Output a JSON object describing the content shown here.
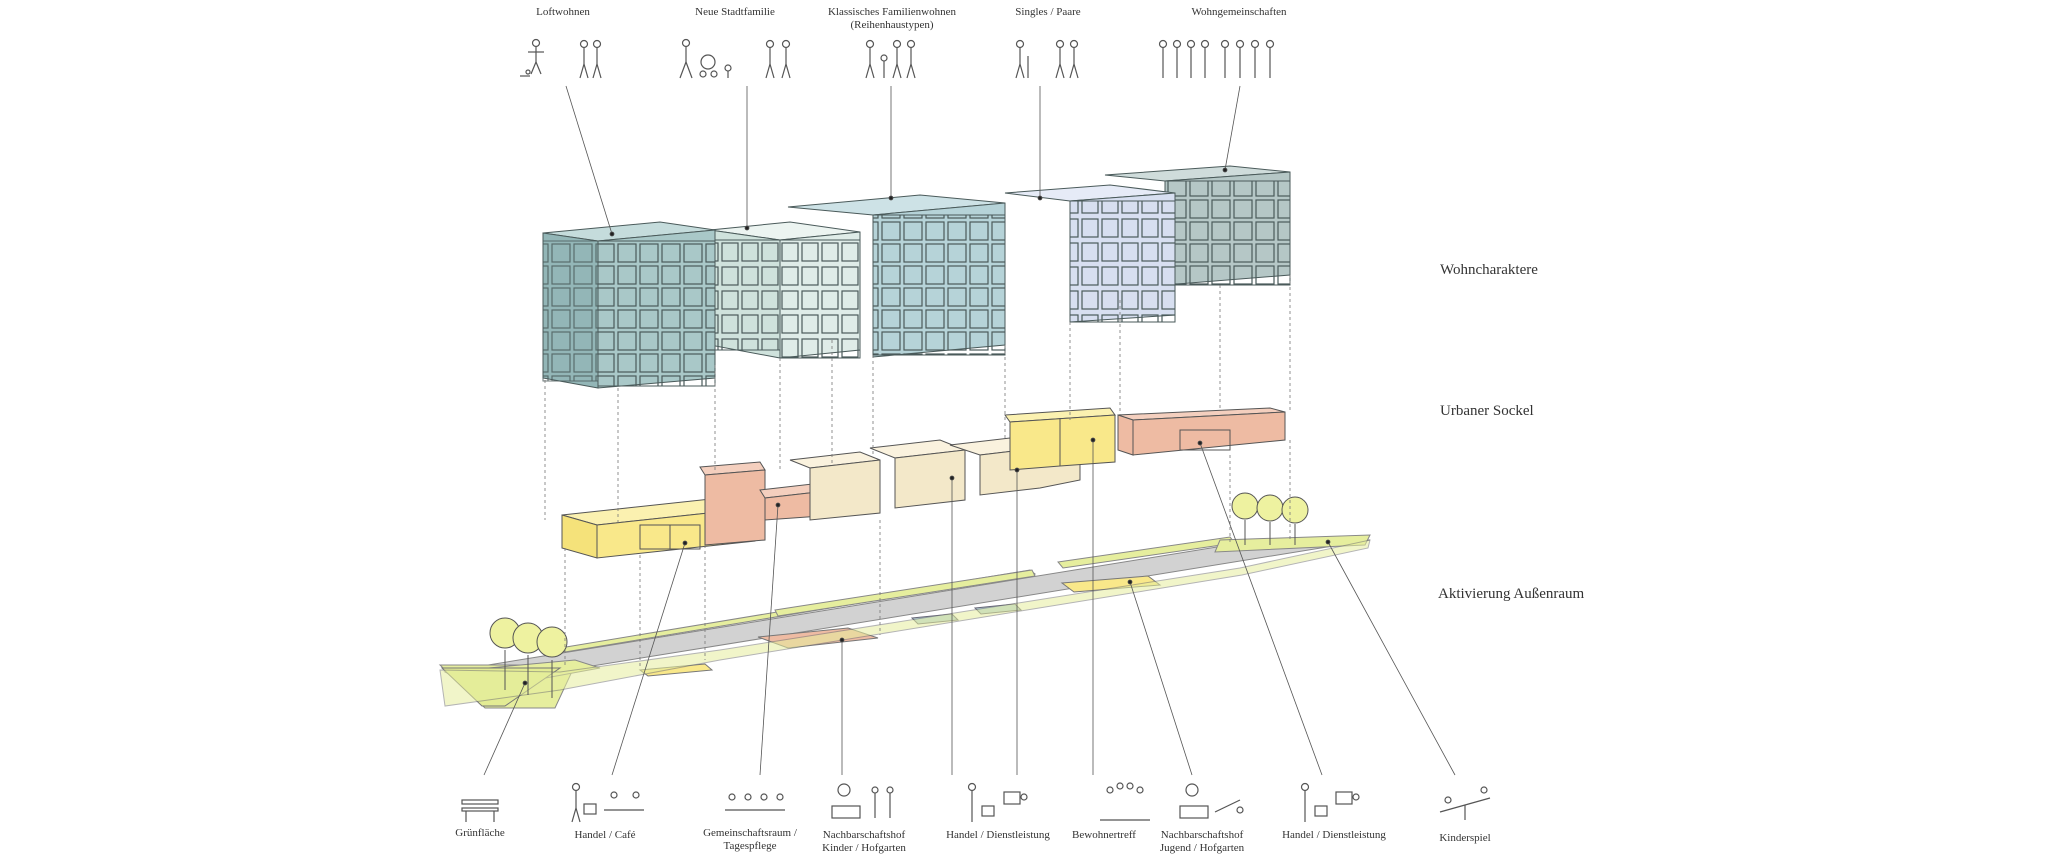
{
  "top_labels": [
    {
      "text": "Loftwohnen"
    },
    {
      "text": "Neue Stadtfamilie"
    },
    {
      "text": "Klassisches Familienwohnen",
      "sub": "(Reihenhaustypen)"
    },
    {
      "text": "Singles / Paare"
    },
    {
      "text": "Wohngemeinschaften"
    }
  ],
  "layer_labels": {
    "wohn": "Wohncharaktere",
    "sockel": "Urbaner Sockel",
    "aussen": "Aktivierung Außenraum"
  },
  "bottom_labels": [
    {
      "text": "Grünfläche"
    },
    {
      "text": "Handel / Café"
    },
    {
      "text": "Gemeinschaftsraum /",
      "sub": "Tagespflege"
    },
    {
      "text": "Nachbarschaftshof",
      "sub": "Kinder / Hofgarten"
    },
    {
      "text": "Handel / Dienstleistung"
    },
    {
      "text": "Bewohnertreff"
    },
    {
      "text": "Nachbarschaftshof",
      "sub": "Jugend / Hofgarten"
    },
    {
      "text": "Handel / Dienstleistung"
    },
    {
      "text": "Kinderspiel"
    }
  ],
  "colors": {
    "teal": "#a9c8c8",
    "teal_dark": "#7fa9ab",
    "mint": "#dfece8",
    "blue": "#b6d3d8",
    "lavender": "#d7dff0",
    "grey_teal": "#b5c7c6",
    "yellow": "#f9e88a",
    "salmon": "#eebba3",
    "cream": "#f3e8c9",
    "green": "#e6ee9e",
    "road": "#cfcfcf",
    "tree": "#eef2a0"
  }
}
